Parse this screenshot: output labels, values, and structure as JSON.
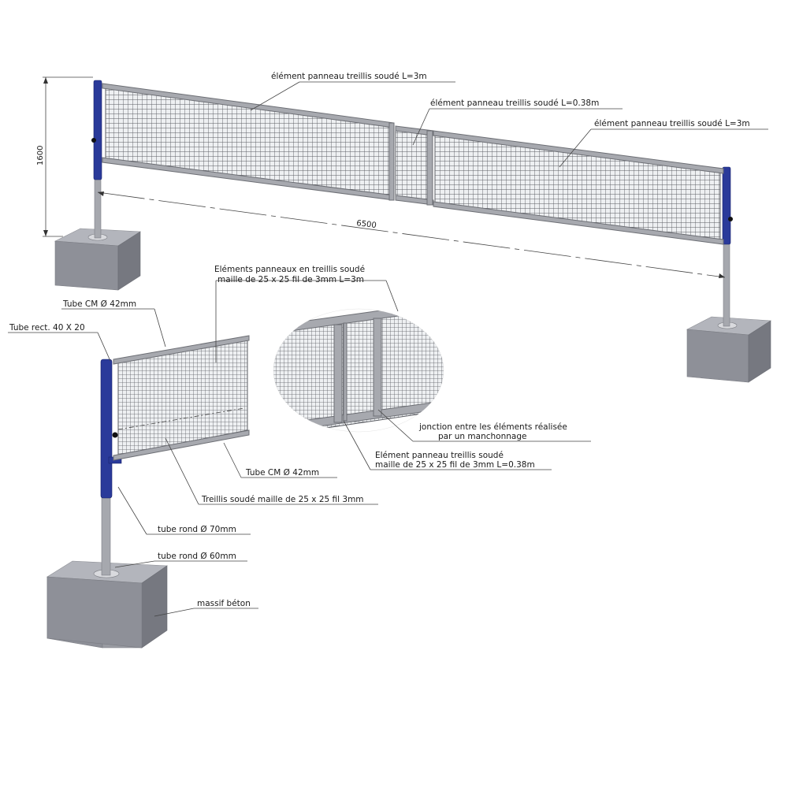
{
  "colors": {
    "post_blue": "#2a3a9a",
    "steel_grey": "#a7a9af",
    "concrete": "#8e9098",
    "mesh": "#5b5d63"
  },
  "top_view": {
    "label_panel_left": "élément panneau treillis soudé L=3m",
    "label_panel_mid": "élément panneau treillis soudé L=0.38m",
    "label_panel_right": "élément panneau treillis soudé L=3m",
    "dim_height": "1600",
    "dim_length": "6500"
  },
  "detail_left": {
    "label_panels": "Eléments panneaux en treillis soudé",
    "label_panels_2": "maille de 25 x 25 fil de 3mm L=3m",
    "label_tube_top": "Tube CM Ø 42mm",
    "label_tube_rect": "Tube rect. 40 X 20",
    "label_tube_bottom": "Tube CM Ø 42mm",
    "label_mesh": "Treillis soudé maille de 25 x 25 fil 3mm",
    "label_tube_70": "tube rond Ø 70mm",
    "label_tube_60": "tube rond Ø 60mm",
    "label_concrete": "massif béton"
  },
  "detail_right": {
    "label_junction_1": "jonction entre les éléments  réalisée",
    "label_junction_2": "par un manchonnage",
    "label_small_panel_1": "Elément panneau treillis soudé",
    "label_small_panel_2": "maille de 25 x 25 fil de 3mm L=0.38m"
  }
}
